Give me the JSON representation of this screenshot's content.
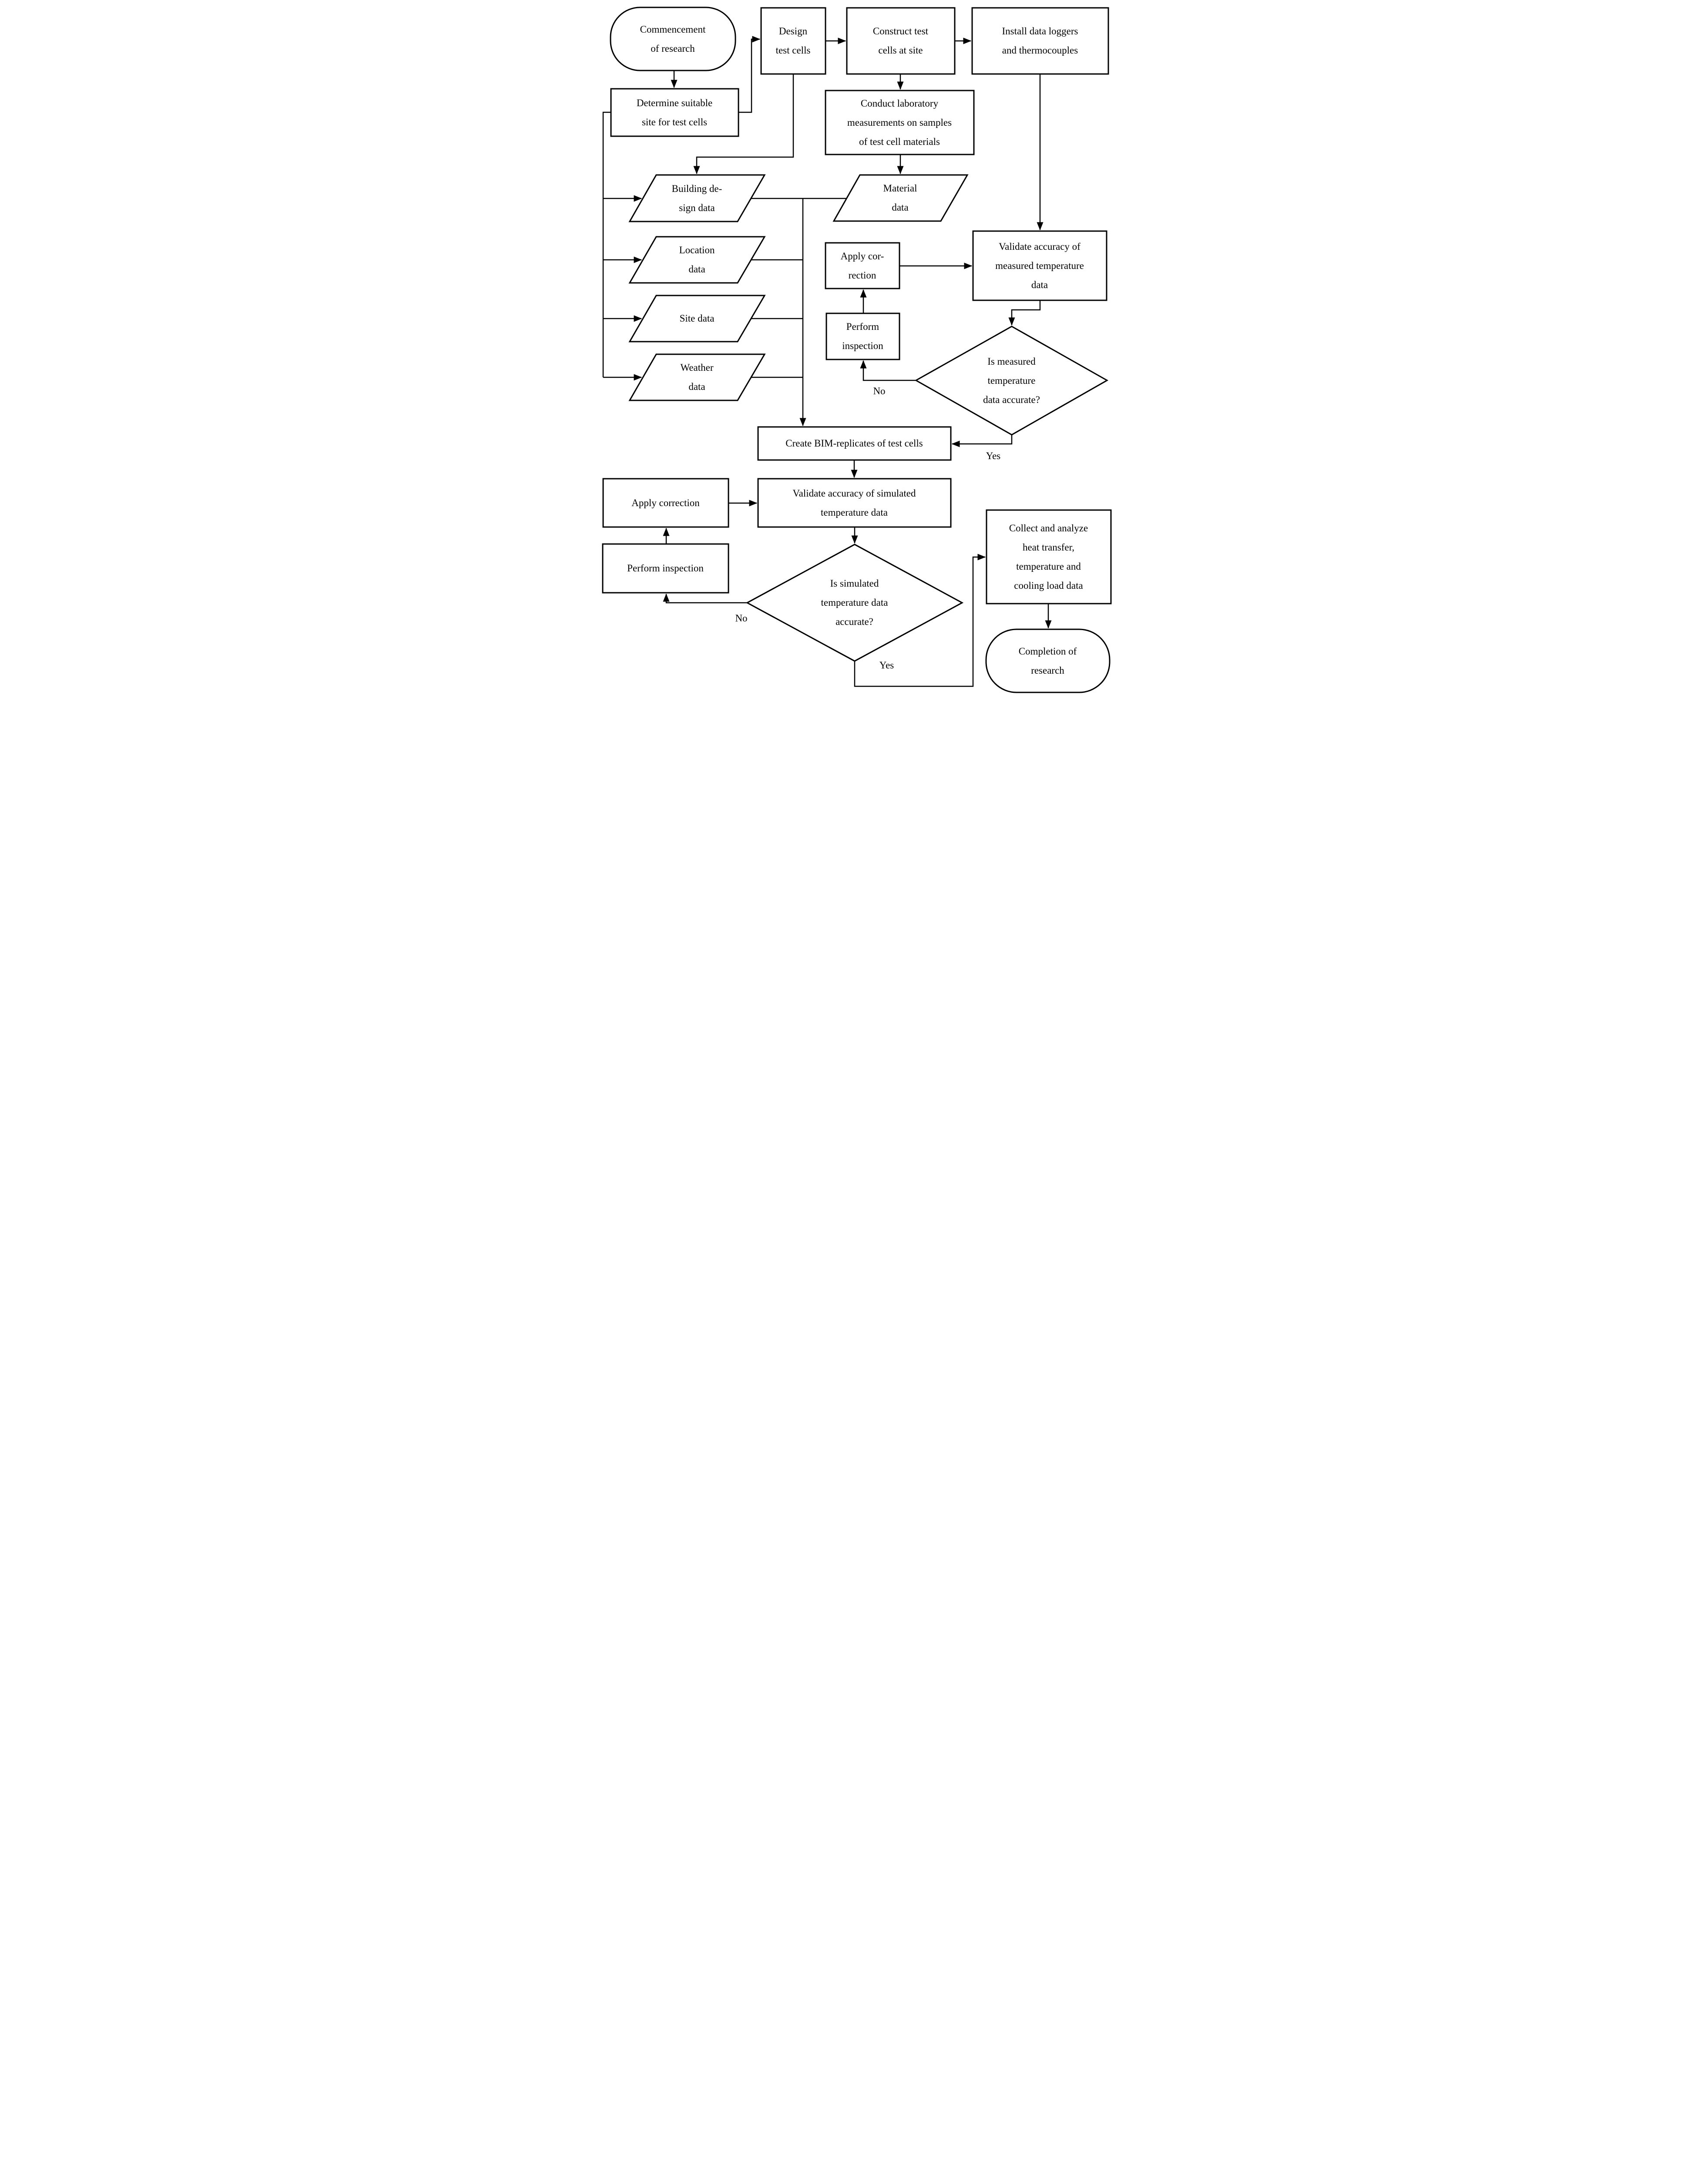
{
  "figure": {
    "background": "#ffffff",
    "line_color": "#000000",
    "text_color": "#000000"
  },
  "nodes": {
    "commencement": {
      "type": "terminator",
      "label": "Commencement\nof research"
    },
    "design": {
      "type": "process",
      "label": "Design\ntest cells"
    },
    "construct": {
      "type": "process",
      "label": "Construct test\ncells at site"
    },
    "install": {
      "type": "process",
      "label": "Install data loggers\nand thermocouples"
    },
    "determine": {
      "type": "process",
      "label": "Determine suitable\nsite for test cells"
    },
    "conduct": {
      "type": "process",
      "label": "Conduct laboratory\nmeasurements on samples\nof test cell materials"
    },
    "building_design_data": {
      "type": "data",
      "label": "Building de-\nsign data"
    },
    "material_data": {
      "type": "data",
      "label": "Material\ndata"
    },
    "location_data": {
      "type": "data",
      "label": "Location\ndata"
    },
    "site_data": {
      "type": "data",
      "label": "Site data"
    },
    "weather_data": {
      "type": "data",
      "label": "Weather\ndata"
    },
    "apply_correction_measured": {
      "type": "process",
      "label": "Apply cor-\nrection"
    },
    "validate_measured": {
      "type": "process",
      "label": "Validate accuracy of\nmeasured temperature\ndata"
    },
    "perform_inspection_measured": {
      "type": "process",
      "label": "Perform\ninspection"
    },
    "is_measured_accurate": {
      "type": "decision",
      "label": "Is measured\ntemperature\ndata accurate?"
    },
    "create_bim": {
      "type": "process",
      "label": "Create BIM-replicates of test cells"
    },
    "apply_correction_simulated": {
      "type": "process",
      "label": "Apply correction"
    },
    "validate_simulated": {
      "type": "process",
      "label": "Validate accuracy of simulated\ntemperature data"
    },
    "perform_inspection_simulated": {
      "type": "process",
      "label": "Perform inspection"
    },
    "is_simulated_accurate": {
      "type": "decision",
      "label": "Is simulated\ntemperature data\naccurate?"
    },
    "collect_analyze": {
      "type": "process",
      "label": "Collect and analyze\nheat transfer,\ntemperature and\ncooling load data"
    },
    "completion": {
      "type": "terminator",
      "label": "Completion of\nresearch"
    }
  },
  "edge_labels": {
    "measured_no": "No",
    "measured_yes": "Yes",
    "simulated_no": "No",
    "simulated_yes": "Yes"
  }
}
